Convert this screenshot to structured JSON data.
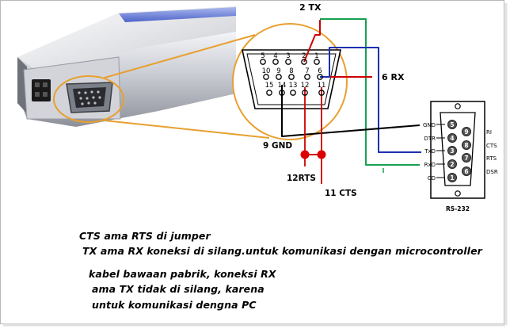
{
  "diagram": {
    "db15_pins_top": [
      "5",
      "4",
      "3",
      "2",
      "1"
    ],
    "db15_pins_mid": [
      "10",
      "9",
      "8",
      "7",
      "6"
    ],
    "db15_pins_bottom": [
      "15",
      "14",
      "13",
      "12",
      "11"
    ],
    "wire_labels": {
      "tx": "2 TX",
      "rx": "6  RX",
      "gnd": "9 GND",
      "rts": "12RTS",
      "cts": "11 CTS"
    },
    "rs232": {
      "title": "RS-232",
      "left_labels": [
        "GND",
        "DTR",
        "TxD",
        "RxD",
        "CD"
      ],
      "right_labels": [
        "RI",
        "CTS",
        "RTS",
        "DSR"
      ],
      "pins_odd": [
        "5",
        "4",
        "3",
        "2",
        "1"
      ],
      "pins_even": [
        "9",
        "8",
        "7",
        "6"
      ]
    },
    "colors": {
      "tx_wire": "#cc0000",
      "rx_wire": "#cc0000",
      "green_wire": "#18a050",
      "blue_wire": "#1c2fb0",
      "gnd_wire": "#000000",
      "callout": "#e8a030"
    }
  },
  "notes": [
    "CTS ama RTS di jumper",
    "TX ama RX koneksi di silang.untuk komunikasi dengan microcontroller",
    "kabel bawaan pabrik, koneksi RX",
    "ama TX tidak di silang, karena",
    "untuk komunikasi dengna PC"
  ]
}
